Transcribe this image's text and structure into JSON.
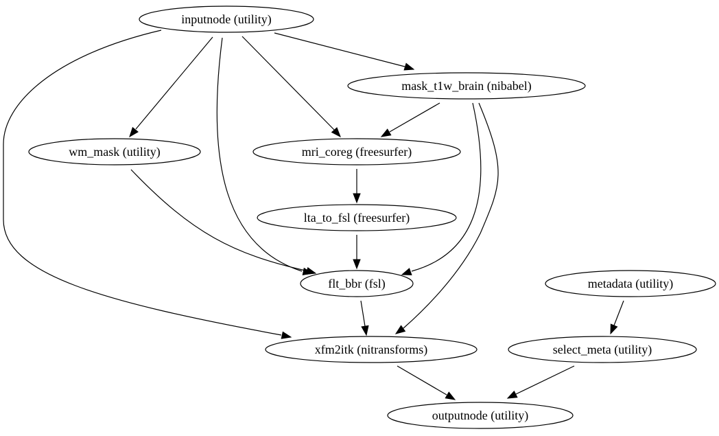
{
  "nodes": [
    {
      "id": "inputnode",
      "label": "inputnode (utility)"
    },
    {
      "id": "mask_t1w_brain",
      "label": "mask_t1w_brain (nibabel)"
    },
    {
      "id": "wm_mask",
      "label": "wm_mask (utility)"
    },
    {
      "id": "mri_coreg",
      "label": "mri_coreg (freesurfer)"
    },
    {
      "id": "lta_to_fsl",
      "label": "lta_to_fsl (freesurfer)"
    },
    {
      "id": "flt_bbr",
      "label": "flt_bbr (fsl)"
    },
    {
      "id": "metadata",
      "label": "metadata (utility)"
    },
    {
      "id": "xfm2itk",
      "label": "xfm2itk (nitransforms)"
    },
    {
      "id": "select_meta",
      "label": "select_meta (utility)"
    },
    {
      "id": "outputnode",
      "label": "outputnode (utility)"
    }
  ],
  "edges": [
    {
      "from": "inputnode",
      "to": "mask_t1w_brain"
    },
    {
      "from": "inputnode",
      "to": "wm_mask"
    },
    {
      "from": "inputnode",
      "to": "mri_coreg"
    },
    {
      "from": "inputnode",
      "to": "flt_bbr"
    },
    {
      "from": "inputnode",
      "to": "xfm2itk"
    },
    {
      "from": "mask_t1w_brain",
      "to": "mri_coreg"
    },
    {
      "from": "mask_t1w_brain",
      "to": "flt_bbr"
    },
    {
      "from": "mask_t1w_brain",
      "to": "xfm2itk"
    },
    {
      "from": "wm_mask",
      "to": "flt_bbr"
    },
    {
      "from": "mri_coreg",
      "to": "lta_to_fsl"
    },
    {
      "from": "lta_to_fsl",
      "to": "flt_bbr"
    },
    {
      "from": "flt_bbr",
      "to": "xfm2itk"
    },
    {
      "from": "metadata",
      "to": "select_meta"
    },
    {
      "from": "xfm2itk",
      "to": "outputnode"
    },
    {
      "from": "select_meta",
      "to": "outputnode"
    }
  ]
}
